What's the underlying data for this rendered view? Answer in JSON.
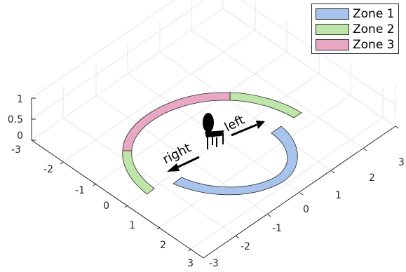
{
  "legend": {
    "items": [
      {
        "label": "Zone 1",
        "color": "#a8c4ec"
      },
      {
        "label": "Zone 2",
        "color": "#bfe6a8"
      },
      {
        "label": "Zone 3",
        "color": "#e8a8c4"
      }
    ]
  },
  "axes": {
    "z_ticks": [
      "1",
      "0.5",
      "0"
    ],
    "x_ticks": [
      "-3",
      "-2",
      "-1",
      "0",
      "1",
      "2",
      "3"
    ],
    "y_ticks": [
      "-3",
      "-2",
      "-1",
      "0",
      "1",
      "2",
      "3"
    ]
  },
  "labels": {
    "right": "right",
    "left": "left"
  },
  "icons": {
    "chair": "chair-icon"
  }
}
